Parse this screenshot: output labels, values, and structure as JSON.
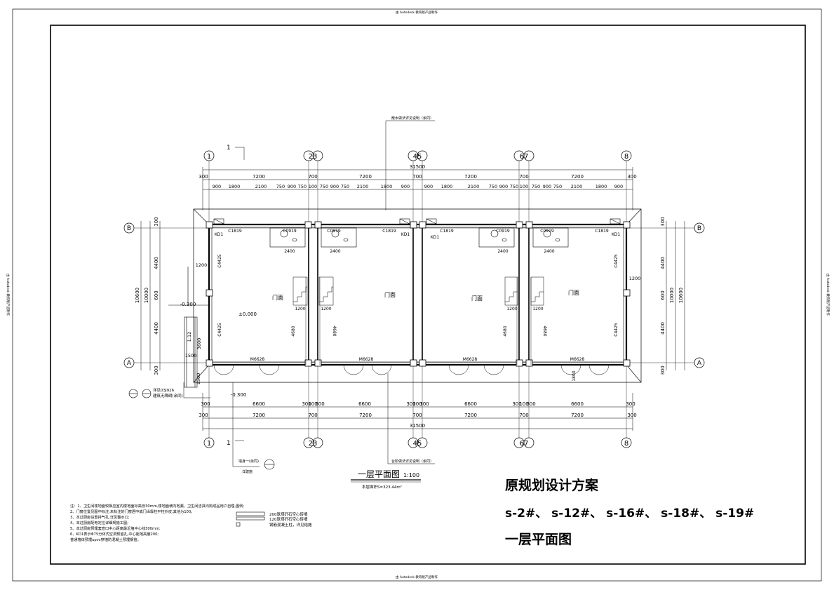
{
  "watermarks": {
    "top": "由 Autodesk 教育版产品制作",
    "left": "由 Autodesk 教育版产品制作",
    "right": "由 Autodesk 教育版产品制作",
    "bottom": "由 Autodesk 教育版产品制作"
  },
  "title_block": {
    "line1": "原规划设计方案",
    "line2": "s-2#、 s-12#、 s-16#、 s-18#、 s-19#",
    "line3": "一层平面图"
  },
  "plan": {
    "title": "一层平面图",
    "scale": "1:100",
    "area": "本层面积S=323.44m²",
    "axes_top": [
      "1",
      "23",
      "45",
      "67",
      "8"
    ],
    "axes_side": [
      "B",
      "A"
    ],
    "overall_dim": "31500",
    "bay_dims_top": [
      "7200",
      "700",
      "7200",
      "700",
      "7200",
      "700",
      "7200"
    ],
    "edge_dim": "300",
    "sub_dims": [
      "900",
      "1800",
      "2100",
      "750",
      "900",
      "750",
      "100",
      "750",
      "900",
      "750",
      "2100",
      "1800",
      "900"
    ],
    "bay_dims_bottom": [
      "6600",
      "300",
      "100",
      "300",
      "6600",
      "300",
      "100",
      "300",
      "6600",
      "300",
      "100",
      "300",
      "6600"
    ],
    "vertical_dims": [
      "300",
      "4400",
      "600",
      "4400",
      "300"
    ],
    "vertical_total_outer": "10600",
    "vertical_total_inner": "10000",
    "room_labels": [
      "门面",
      "门面",
      "门面",
      "门面"
    ],
    "level_main": "±0.000",
    "level_outside": "-0.300",
    "level_bottom": "-0.300",
    "window_labels": [
      "C1819",
      "C1819",
      "C1819",
      "C1819"
    ],
    "window_small": [
      "C0919",
      "C0919",
      "C0919",
      "C0919"
    ],
    "side_window_labels": [
      "C4425",
      "C4425",
      "C4425",
      "C4425"
    ],
    "door_labels": [
      "M6628",
      "M6628",
      "M6628",
      "M6628"
    ],
    "kd_label": "KD1",
    "dim_2400": "2400",
    "dim_1200": "1200",
    "dim_4680": "4680",
    "dim_1800": "1800",
    "dim_1500": "1500",
    "dim_3600": "3600",
    "ramp": "1:12",
    "callout_top": "散水做法详见说明（余同）",
    "callout_bottom": "台阶做法详见说明（余同）",
    "callout_left_a": "详见03J926",
    "callout_left_b": "建筑无障碍(余同)",
    "callout_detail": "墙身一(余同)",
    "callout_detail2": "详建施",
    "section_mark": "1"
  },
  "legend": {
    "item1": "200厚煤矸石空心砖墙",
    "item2": "120厚煤矸石空心砖墙",
    "item3": "钢筋混凝土柱，详见结施"
  },
  "notes": [
    "注：1、卫生间楼地面较相应室内楼地面标高低30mm,楼地面坡向地漏，卫生间洁具均购成品用户自理,图例;",
    "    2、门窗位置见图中标注,未标注的门窗居中或门垛靠柱平柱外皮,其他为100。",
    "    3、本过厨房设置排气孔,详见整水口;",
    "    4、本过厨房配电定位详细规施工图;",
    "    5、本过厨房预埋套管口中心距离最近墙中心线300mm;",
    "    6、KD1表示Φ75分体式空调预留孔,中心距地高度200;",
    "       普通墙体预埋upvc穿墙防混凝土预埋钢管。"
  ]
}
